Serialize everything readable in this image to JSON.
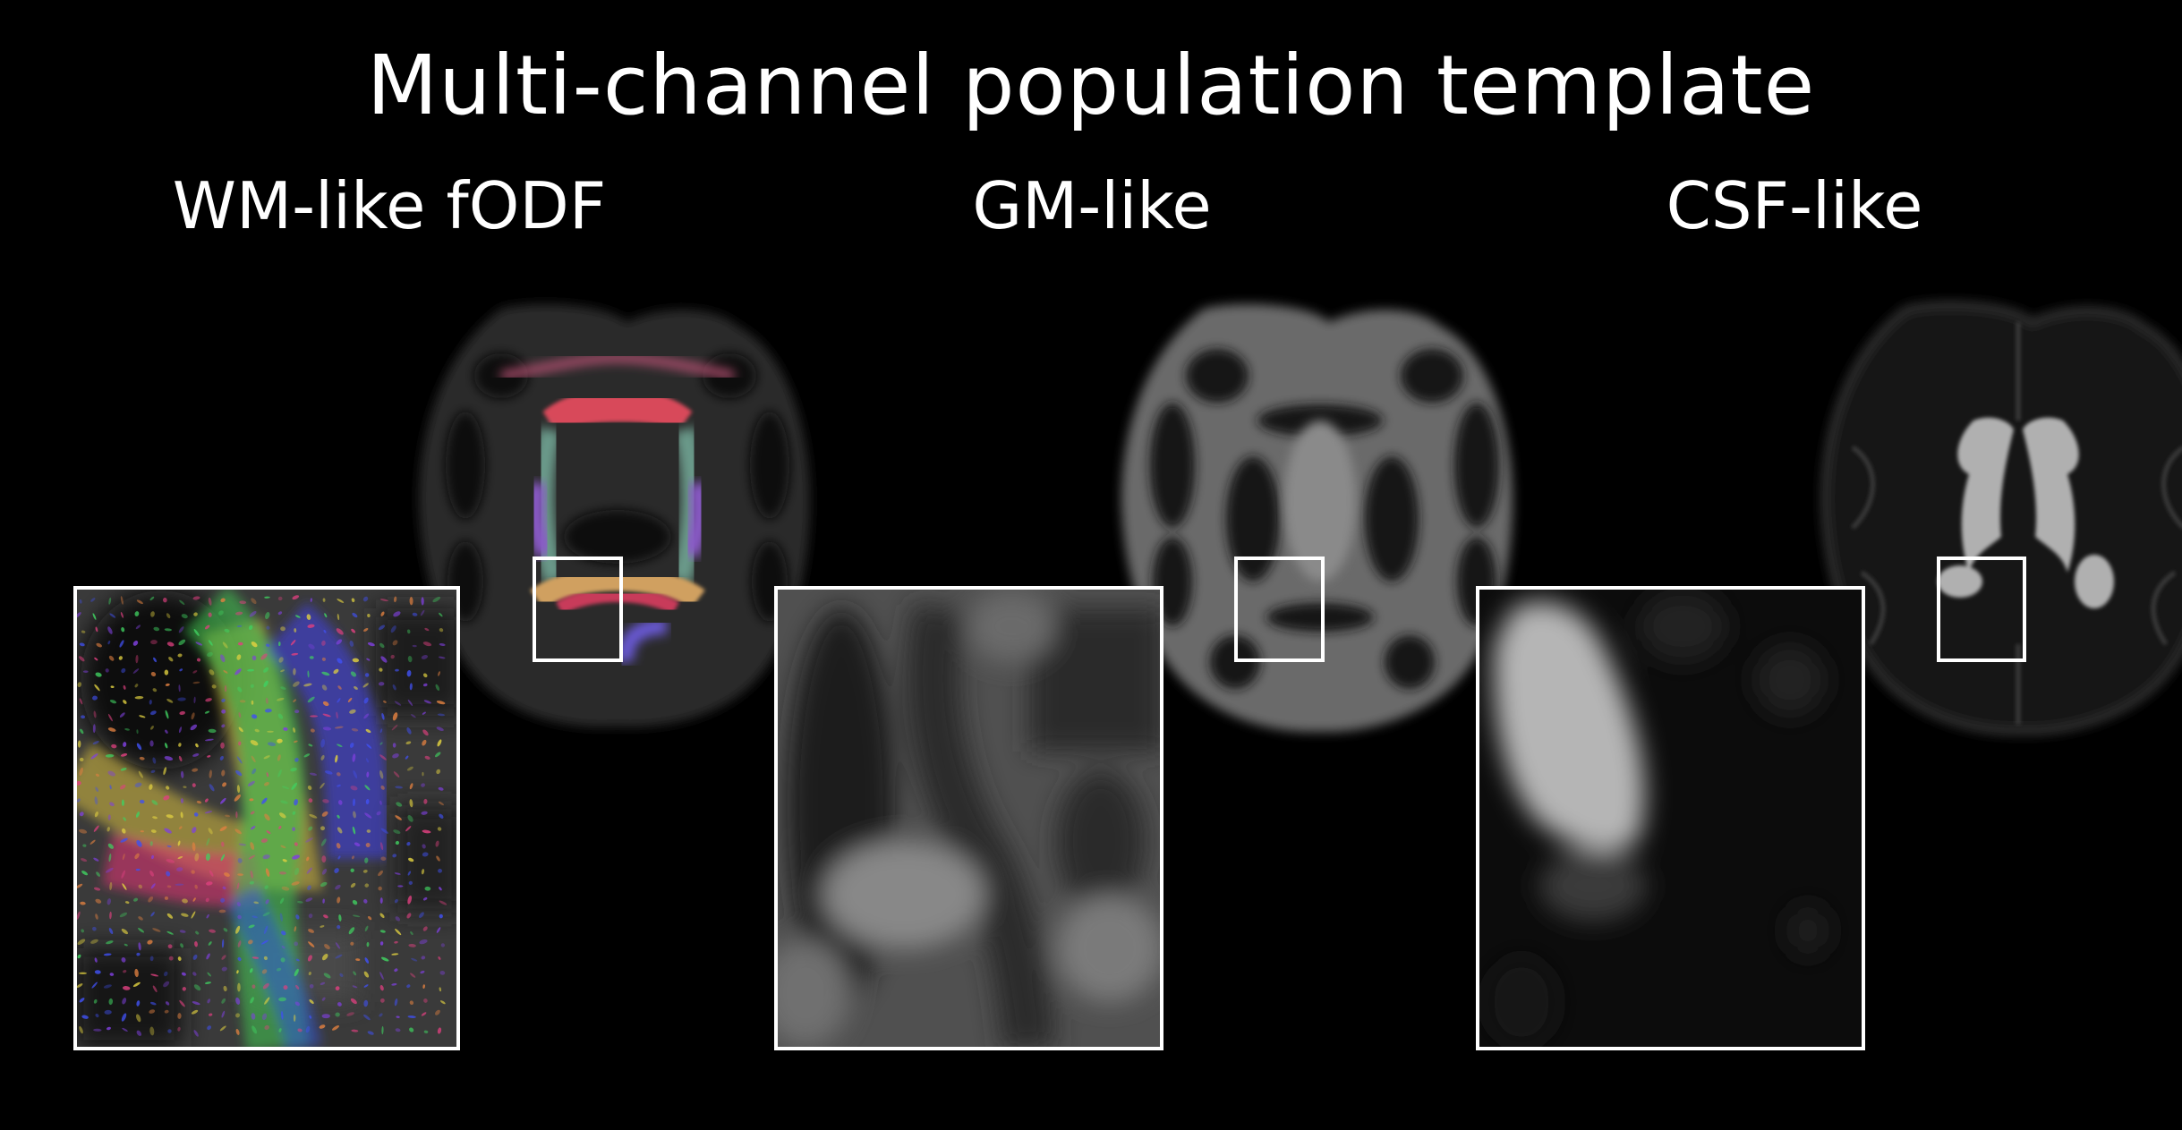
{
  "title": "Multi-channel population template",
  "panels": [
    {
      "label": "WM-like fODF",
      "channel": "wm"
    },
    {
      "label": "GM-like",
      "channel": "gm"
    },
    {
      "label": "CSF-like",
      "channel": "csf"
    }
  ],
  "colors": {
    "background": "#000000",
    "text": "#ffffff",
    "zoom_box": "#ffffff"
  }
}
